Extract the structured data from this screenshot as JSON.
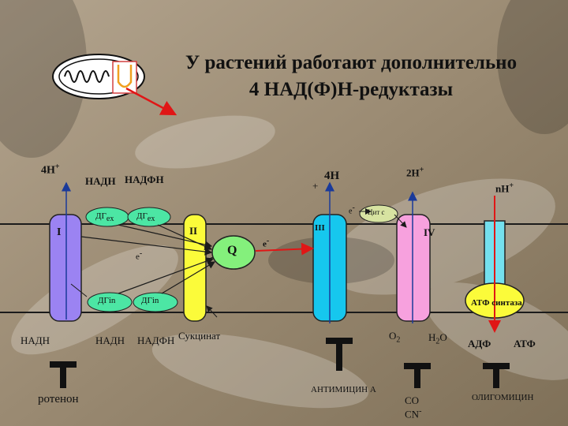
{
  "colors": {
    "background": "#9c8b72",
    "membrane": "#1b1b1b",
    "complex_I": "#9b83f2",
    "complex_II": "#fbfb3a",
    "complex_III": "#16c7ee",
    "complex_IV": "#f7a1de",
    "atp_synthase": "#fbfb3a",
    "atp_channel": "#74e0ee",
    "Q": "#84f07c",
    "dehydrogenase": "#4ce6a4",
    "cyt_c": "#d7e3a1",
    "arrow_red": "#e01616",
    "inhibitor": "#111111"
  },
  "title": {
    "line1": "У растений работают дополнительно",
    "line2": "4 НАД(Ф)Н-редуктазы"
  },
  "labels": {
    "h4_top_left": "4H",
    "plus": "+",
    "nadh_ex": "НАДН",
    "nadph_ex": "НАДФН",
    "plus_iii": "+",
    "h4_iii": "4H",
    "h2": "2H",
    "nh": "nH",
    "complex_I": "I",
    "complex_II": "II",
    "complex_III": "III",
    "complex_IV": "IV",
    "dg_ex_1": "ДГ",
    "dg_ex_1_sub": "ex",
    "dg_ex_2": "ДГ",
    "dg_ex_2_sub": "ex",
    "dg_in_1": "ДГin",
    "dg_in_2": "ДГin",
    "e_left": "e",
    "e_right": "e",
    "e_cyt": "e",
    "minus": "-",
    "Q": "Q",
    "cyt_c": "Цит c",
    "atp_synthase": "АТФ синтаза",
    "nadh_left": "НАДН",
    "nadh_in": "НАДН",
    "nadph_in": "НАДФН",
    "succinate": "Сукцинат",
    "o2": "O",
    "o2_sub": "2",
    "h2o_h": "H",
    "h2o_sub": "2",
    "h2o_o": "O",
    "adp": "АДФ",
    "atp": "АТФ",
    "co": "CO",
    "cn": "CN",
    "cn_sup": "-",
    "rotenone": "ротенон",
    "antimycin": "АНТИМИЦИН А",
    "oligomycin": "ОЛИГОМИЦИН"
  }
}
